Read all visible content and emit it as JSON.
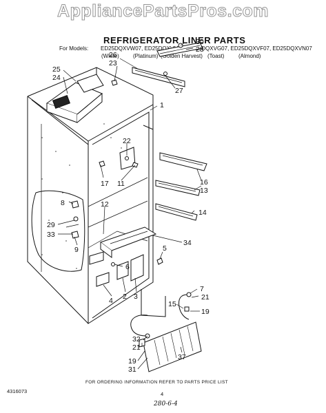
{
  "watermark": "AppliancePartsPros.com",
  "title": "REFRIGERATOR LINER PARTS",
  "models": {
    "label": "For Models:",
    "list": "ED25DQXVW07, ED25DQXVM07, ED25DQXVG07, ED25DQXVF07, ED25DQXVN07",
    "colors": [
      "(White)",
      "(Platinum)",
      "(Golden Harvest)",
      "(Toast)",
      "(Almond)"
    ]
  },
  "callouts": {
    "c30": "30",
    "c28": "28",
    "c26": "26",
    "c23": "23",
    "c27": "27",
    "c25": "25",
    "c24": "24",
    "c1": "1",
    "c22": "22",
    "c17": "17",
    "c11": "11",
    "c16": "16",
    "c13": "13",
    "c14": "14",
    "c8": "8",
    "c12": "12",
    "c29": "29",
    "c33": "33",
    "c9": "9",
    "c34": "34",
    "c5": "5",
    "c6": "6",
    "c2": "2",
    "c3": "3",
    "c4": "4",
    "c7": "7",
    "c21a": "21",
    "c15": "15",
    "c19a": "19",
    "c32": "32",
    "c21b": "21",
    "c19b": "19",
    "c31": "31",
    "c37": "37"
  },
  "footer_note": "FOR ORDERING INFORMATION REFER TO PARTS PRICE LIST",
  "doc_number": "4316073",
  "page_number": "4",
  "handwritten": "280-6-4"
}
